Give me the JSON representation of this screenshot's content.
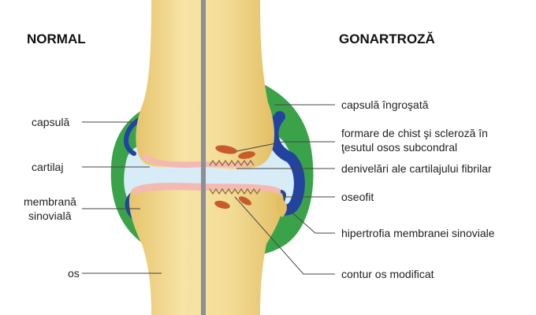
{
  "titles": {
    "left": "NORMAL",
    "right": "GONARTROZĂ"
  },
  "labels_left": {
    "capsule": "capsulă",
    "cartilage": "cartilaj",
    "synovial_line1": "membrană",
    "synovial_line2": "sinovială",
    "bone": "os"
  },
  "labels_right": {
    "thickened_capsule": "capsulă îngroşată",
    "cyst_line1": "formare de chist şi scleroză în",
    "cyst_line2": "ţesutul osos subcondral",
    "cartilage_unevenness": "denivelări ale cartilajului fibrilar",
    "osteophyte": "oseofit",
    "synovial_hypertrophy": "hipertrofia membranei sinoviale",
    "bone_contour": "contur os modificat"
  },
  "colors": {
    "bone": "#f3dc97",
    "bone_shade": "#e6c46c",
    "cartilage": "#f4b9b1",
    "capsule": "#3aa34a",
    "synovial_fluid": "#d8ecf7",
    "synovial_hypertrophy": "#2243a0",
    "cyst": "#c85a2c",
    "divider": "#8a8f98"
  }
}
